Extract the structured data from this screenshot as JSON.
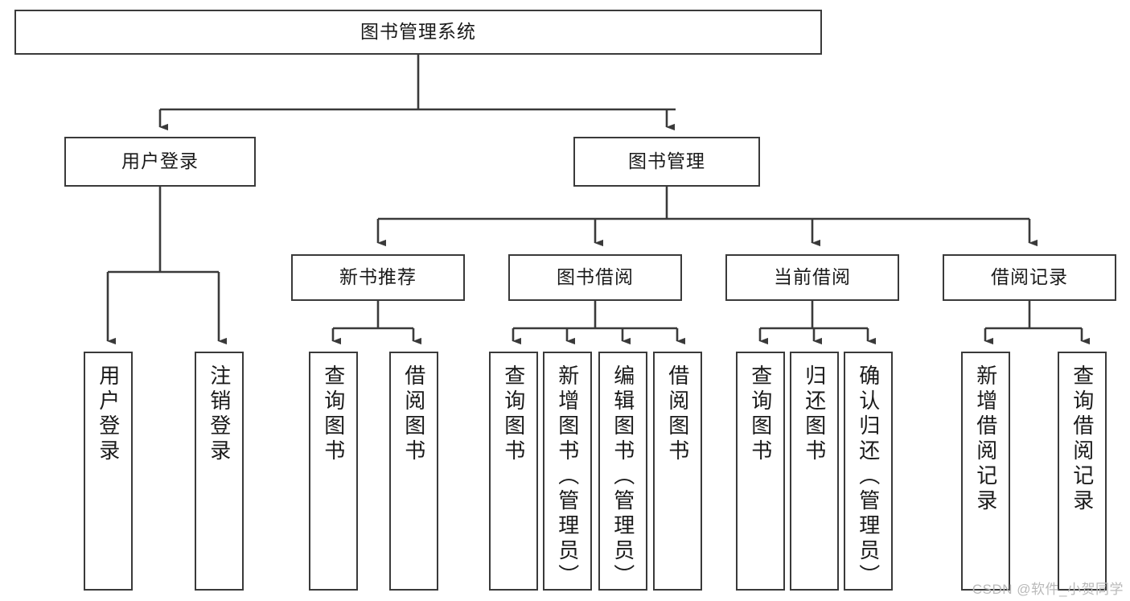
{
  "diagram": {
    "title": "图书管理系统",
    "type": "tree-hierarchy",
    "root": {
      "label": "图书管理系统"
    },
    "level1": [
      {
        "label": "用户登录"
      },
      {
        "label": "图书管理"
      }
    ],
    "level2": [
      {
        "label": "新书推荐"
      },
      {
        "label": "图书借阅"
      },
      {
        "label": "当前借阅"
      },
      {
        "label": "借阅记录"
      }
    ],
    "leaves": {
      "user_login": [
        {
          "label": "用户登录"
        },
        {
          "label": "注销登录"
        }
      ],
      "new_book_recommend": [
        {
          "label": "查询图书"
        },
        {
          "label": "借阅图书"
        }
      ],
      "book_borrow": [
        {
          "label": "查询图书"
        },
        {
          "label": "新增图书（管理员）"
        },
        {
          "label": "编辑图书（管理员）"
        },
        {
          "label": "借阅图书"
        }
      ],
      "current_borrow": [
        {
          "label": "查询图书"
        },
        {
          "label": "归还图书"
        },
        {
          "label": "确认归还（管理员）"
        }
      ],
      "borrow_record": [
        {
          "label": "新增借阅记录"
        },
        {
          "label": "查询借阅记录"
        }
      ]
    }
  },
  "watermark": {
    "text": "CSDN @软件_小贺同学"
  },
  "colors": {
    "stroke": "#3a3a3a",
    "fill": "#ffffff",
    "text": "#1a1a1a",
    "watermark": "#b9b9b9"
  }
}
